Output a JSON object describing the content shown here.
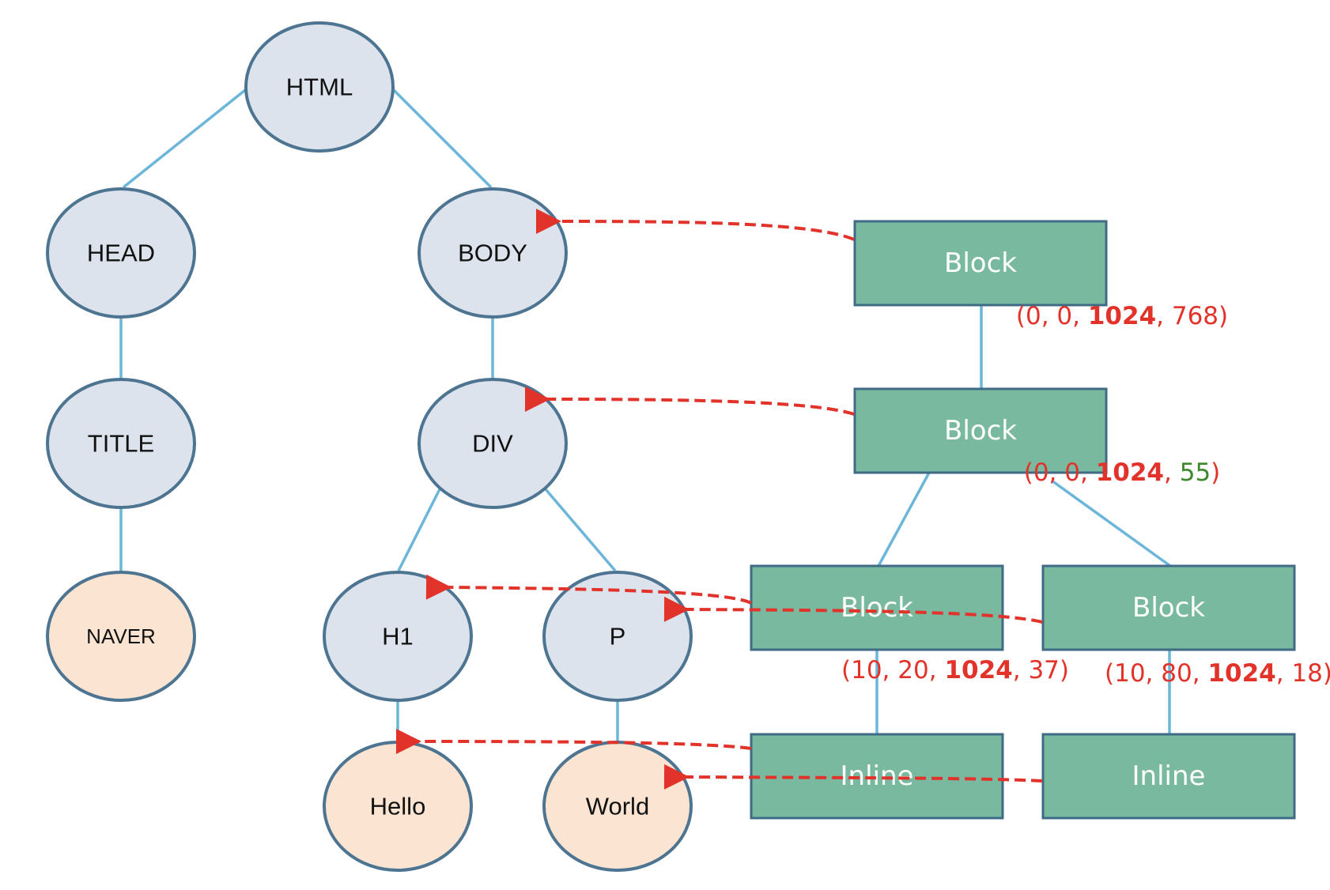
{
  "dom_tree": {
    "html": "HTML",
    "head": "HEAD",
    "title": "TITLE",
    "title_text": "NAVER",
    "body": "BODY",
    "div": "DIV",
    "h1": "H1",
    "p": "P",
    "h1_text": "Hello",
    "p_text": "World"
  },
  "render_tree": {
    "body_box": {
      "label": "Block",
      "coords": {
        "open": "(",
        "a": "0",
        "sep1": ", ",
        "b": "0",
        "sep2": ", ",
        "c": "1024",
        "sep3": ", ",
        "d": "768",
        "close": ")"
      }
    },
    "div_box": {
      "label": "Block",
      "coords": {
        "open": "(",
        "a": "0",
        "sep1": ", ",
        "b": "0",
        "sep2": ", ",
        "c": "1024",
        "sep3": ", ",
        "d": "55",
        "close": ")"
      }
    },
    "h1_box": {
      "label": "Block",
      "coords": {
        "open": "(",
        "a": "10",
        "sep1": ", ",
        "b": "20",
        "sep2": ", ",
        "c": "1024",
        "sep3": ", ",
        "d": "37",
        "close": ")"
      }
    },
    "p_box": {
      "label": "Block",
      "coords": {
        "open": "(",
        "a": "10",
        "sep1": ", ",
        "b": "80",
        "sep2": ", ",
        "c": "1024",
        "sep3": ", ",
        "d": "18",
        "close": ")"
      }
    },
    "hello_inline": {
      "label": "Inline"
    },
    "world_inline": {
      "label": "Inline"
    }
  },
  "colors": {
    "dom_node_fill": "#dde3ec",
    "text_node_fill": "#fbe5d2",
    "node_outline": "#4d7491",
    "tree_edge": "#6bb6d9",
    "render_box_fill": "#79b9a0",
    "reference_arrow": "#e2332b",
    "coord_text": "#e2332b",
    "coord_highlight": "#3d8a2e"
  }
}
